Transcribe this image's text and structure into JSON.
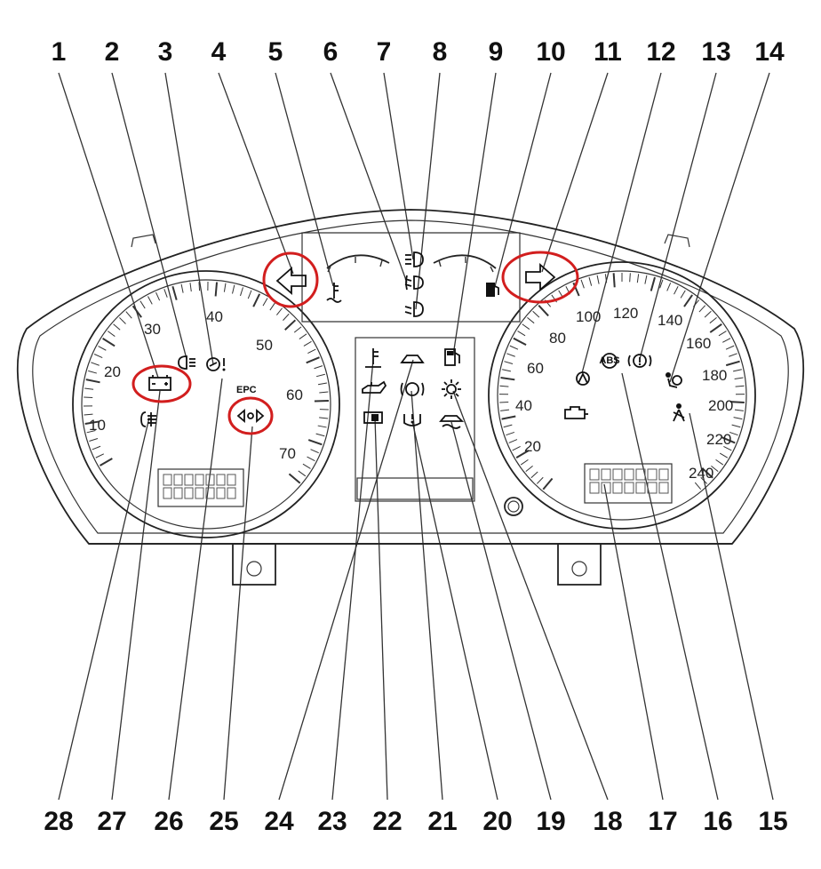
{
  "callouts_top": [
    "1",
    "2",
    "3",
    "4",
    "5",
    "6",
    "7",
    "8",
    "9",
    "10",
    "11",
    "12",
    "13",
    "14"
  ],
  "callouts_bottom": [
    "28",
    "27",
    "26",
    "25",
    "24",
    "23",
    "22",
    "21",
    "20",
    "19",
    "18",
    "17",
    "16",
    "15"
  ],
  "tachometer": {
    "ticks": [
      "10",
      "20",
      "30",
      "40",
      "50",
      "60",
      "70"
    ]
  },
  "speedometer": {
    "ticks": [
      "20",
      "40",
      "60",
      "80",
      "100",
      "120",
      "140",
      "160",
      "180",
      "200",
      "220",
      "240"
    ]
  },
  "labels": {
    "epc": "EPC",
    "abs": "ABS"
  },
  "icons": {
    "battery": "battery-icon",
    "rear_fog": "rear-fog-icon",
    "brake_system": "brake-system-icon",
    "epc_turn": "epc-turn-icon",
    "glow_plug": "glow-plug-icon",
    "turn_left": "turn-left-arrow-icon",
    "turn_right": "turn-right-arrow-icon",
    "coolant": "coolant-temperature-icon",
    "fuel": "fuel-icon",
    "oil": "oil-pressure-icon",
    "abs": "abs-icon",
    "airbag": "airbag-icon",
    "seatbelt": "seatbelt-icon",
    "engine": "check-engine-icon"
  },
  "highlight_color": "#d21e1e"
}
